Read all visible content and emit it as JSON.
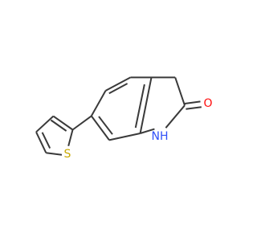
{
  "molecule": {
    "atoms": {
      "oxygen": {
        "symbol": "O",
        "color": "#ff0d0d"
      },
      "nitrogen": {
        "symbol": "NH",
        "color": "#3050f8"
      },
      "sulfur": {
        "symbol": "S",
        "color": "#c8a800"
      }
    },
    "bond_color": "#3a3a3a",
    "background": "#ffffff"
  }
}
